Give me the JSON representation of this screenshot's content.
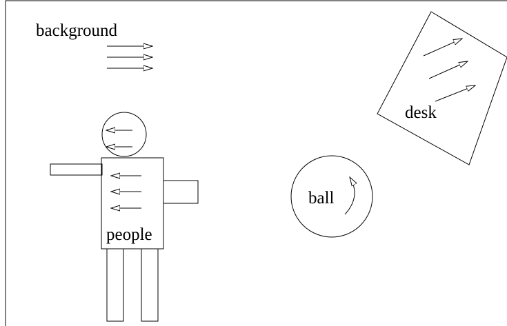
{
  "labels": {
    "background": "background",
    "people": "people",
    "ball": "ball",
    "desk": "desk"
  },
  "colors": {
    "stroke": "#000000",
    "background": "#ffffff"
  }
}
